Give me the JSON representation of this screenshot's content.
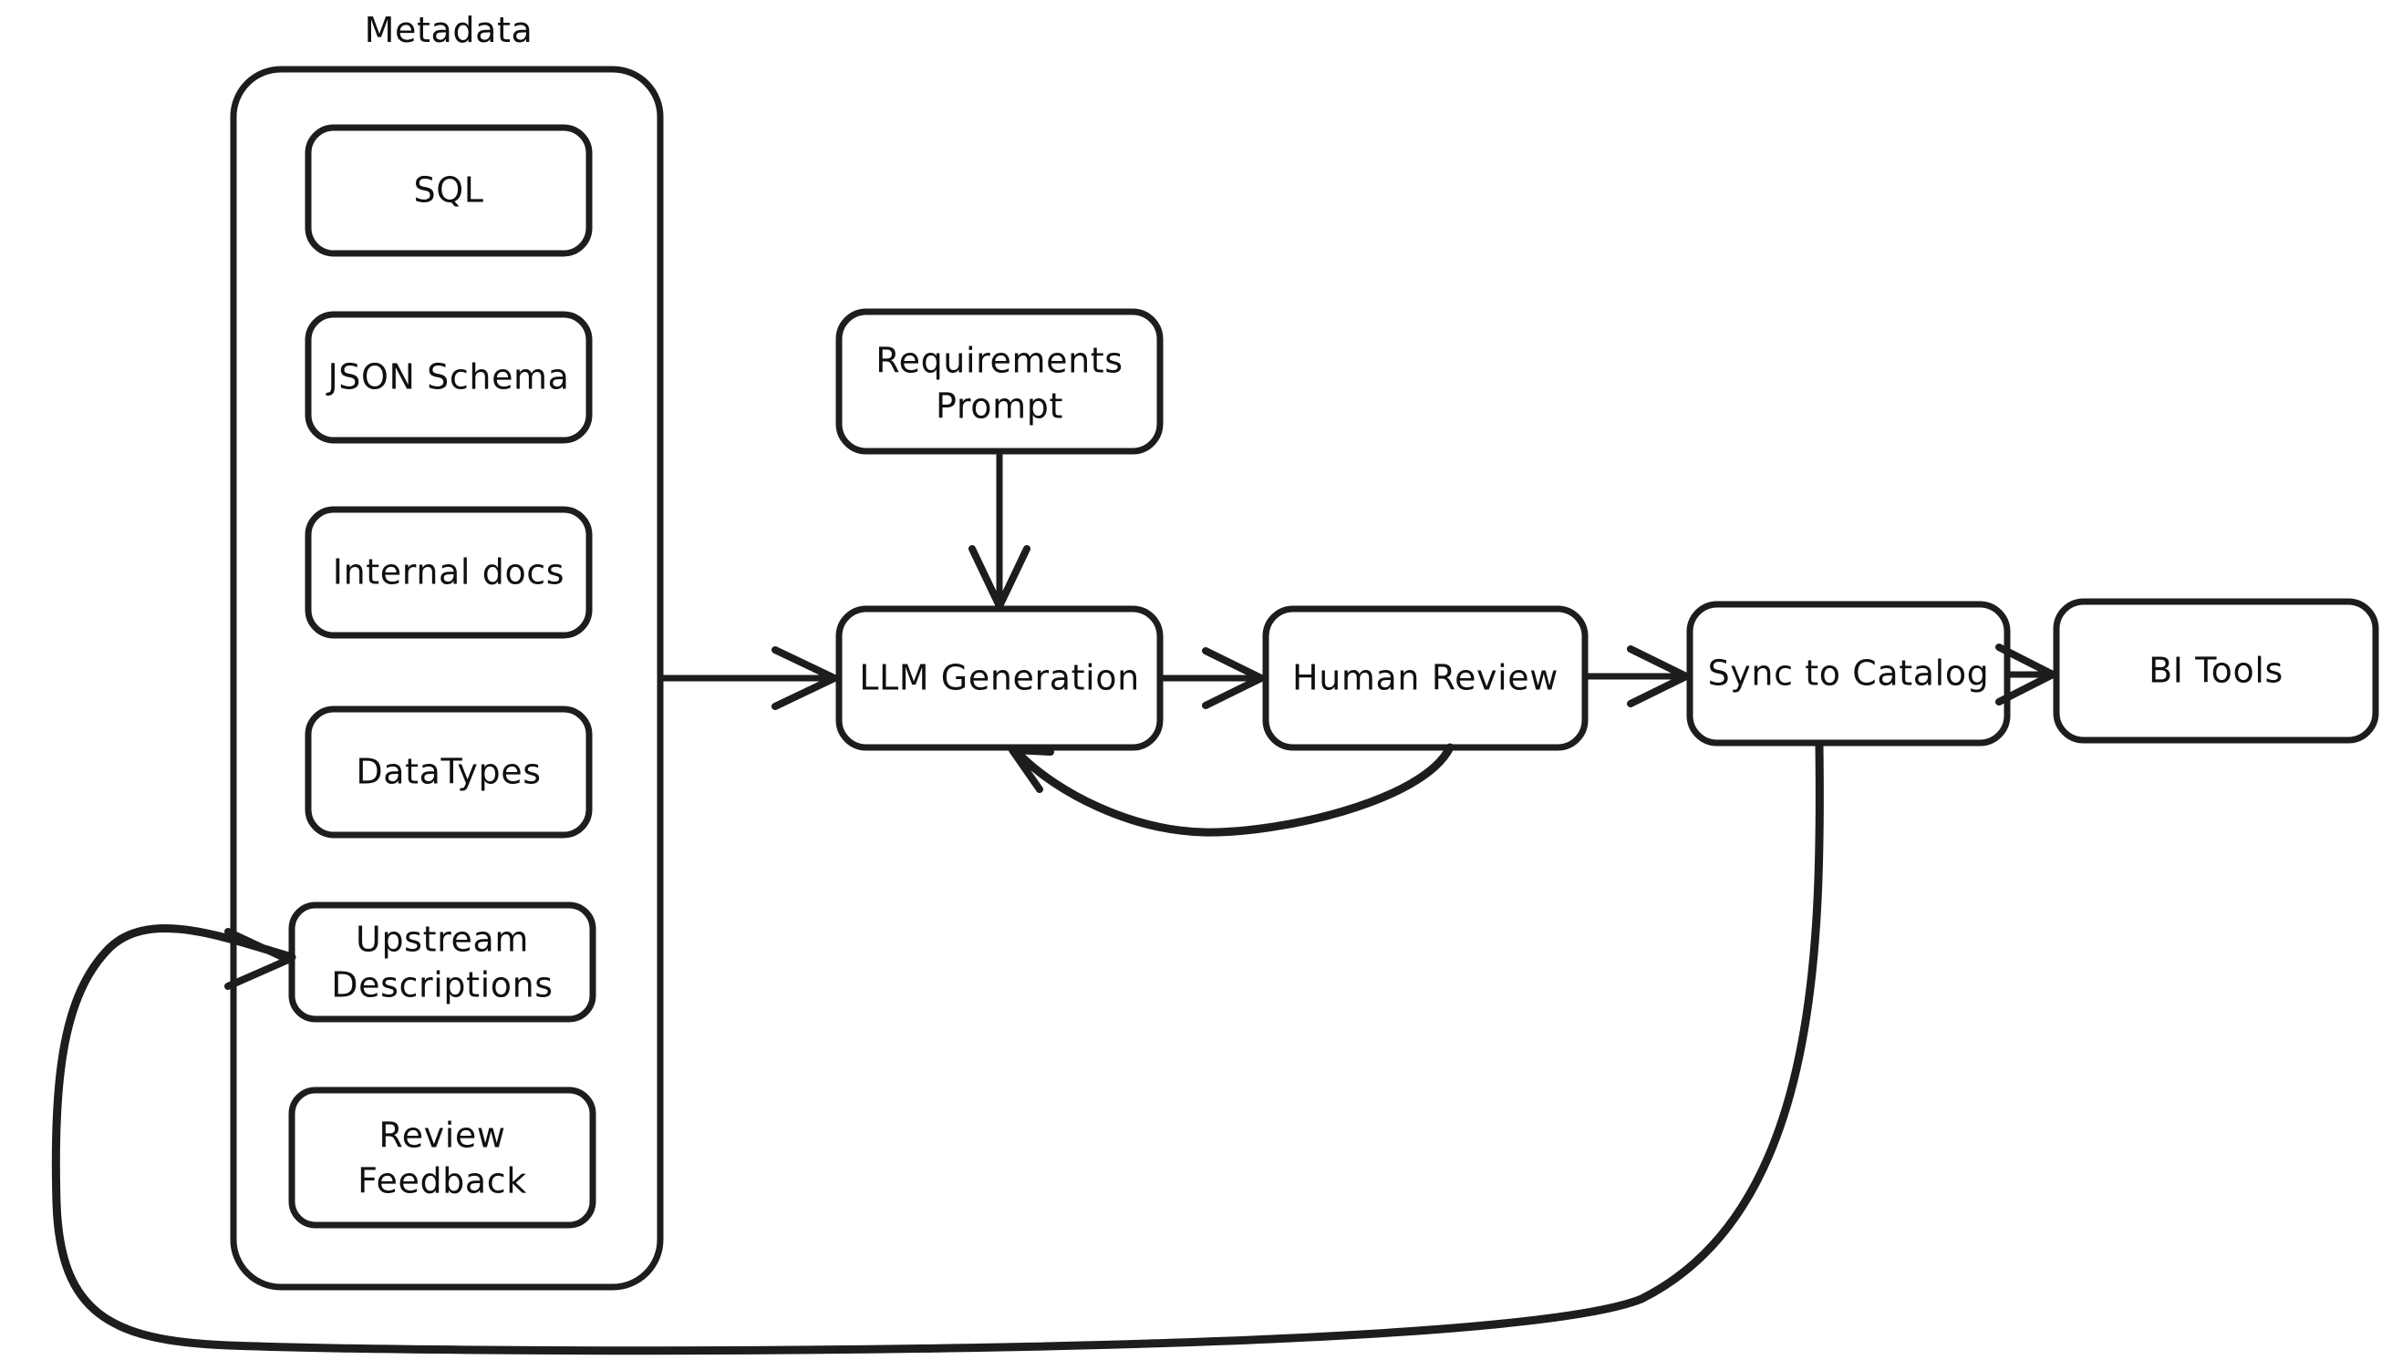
{
  "diagram": {
    "type": "flowchart",
    "title_visible": false,
    "background_color": "#ffffff",
    "stroke_color": "#1d1d1d",
    "text_color": "#10100f",
    "group": {
      "title": "Metadata",
      "items": [
        {
          "id": "sql",
          "label": "SQL"
        },
        {
          "id": "json-schema",
          "label": "JSON Schema"
        },
        {
          "id": "internal-docs",
          "label": "Internal docs"
        },
        {
          "id": "datatypes",
          "label": "DataTypes"
        },
        {
          "id": "upstream-descriptions",
          "label_line1": "Upstream",
          "label_line2": "Descriptions"
        },
        {
          "id": "review-feedback",
          "label_line1": "Review",
          "label_line2": "Feedback"
        }
      ]
    },
    "nodes": [
      {
        "id": "requirements-prompt",
        "label_line1": "Requirements",
        "label_line2": "Prompt"
      },
      {
        "id": "llm-generation",
        "label": "LLM Generation"
      },
      {
        "id": "human-review",
        "label": "Human Review"
      },
      {
        "id": "sync-to-catalog",
        "label": "Sync to Catalog"
      },
      {
        "id": "bi-tools",
        "label": "BI Tools"
      }
    ],
    "edges": [
      {
        "id": "metadata-to-llm",
        "from": "Metadata",
        "to": "LLM Generation",
        "style": "straight-arrow"
      },
      {
        "id": "prompt-to-llm",
        "from": "Requirements Prompt",
        "to": "LLM Generation",
        "style": "straight-arrow"
      },
      {
        "id": "llm-to-review",
        "from": "LLM Generation",
        "to": "Human Review",
        "style": "straight-arrow"
      },
      {
        "id": "review-to-sync",
        "from": "Human Review",
        "to": "Sync to Catalog",
        "style": "straight-arrow"
      },
      {
        "id": "sync-to-bi",
        "from": "Sync to Catalog",
        "to": "BI Tools",
        "style": "straight-arrow"
      },
      {
        "id": "review-back-to-llm",
        "from": "Human Review",
        "to": "LLM Generation",
        "style": "curved-feedback-arrow"
      },
      {
        "id": "sync-back-to-upstream",
        "from": "Sync to Catalog",
        "to": "Upstream Descriptions",
        "style": "long-curved-feedback-arrow"
      }
    ]
  }
}
